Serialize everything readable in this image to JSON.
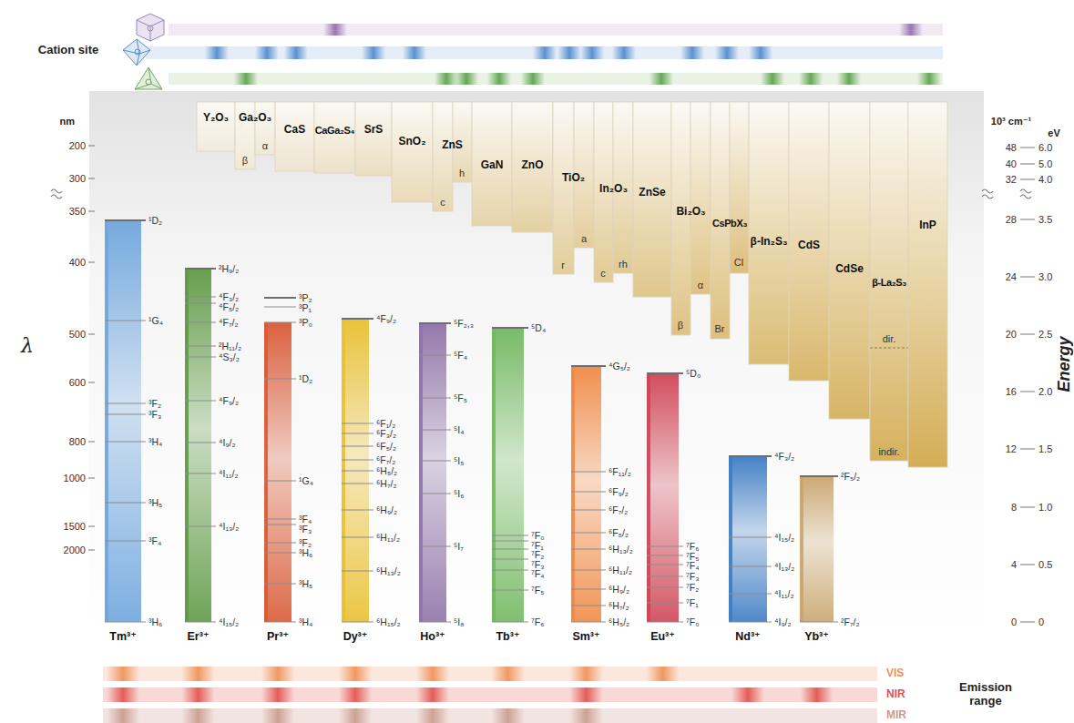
{
  "diagram": {
    "nodes": [
      {
        "text": [
          "Y₂O₃"
        ]
      },
      {
        "text": [
          "Ga₂O₃",
          "α",
          "β"
        ]
      },
      {
        "text": [
          "CaS"
        ]
      },
      {
        "text": [
          "CaGa₂S₄"
        ]
      },
      {
        "text": [
          "SrS"
        ]
      },
      {
        "text": [
          "SnO₂"
        ]
      },
      {
        "text": [
          "ZnS",
          "h",
          "c"
        ]
      },
      {
        "text": [
          "GaN"
        ]
      },
      {
        "text": [
          "ZnO"
        ]
      },
      {
        "text": [
          "TiO₂",
          "a",
          "r"
        ]
      },
      {
        "text": [
          "In₂O₃",
          "rh",
          "c"
        ]
      },
      {
        "text": [
          "ZnSe"
        ]
      },
      {
        "text": [
          "Bi₂O₃",
          "α",
          "β"
        ]
      },
      {
        "text": [
          "CsPbX₃",
          "Cl",
          "Br"
        ]
      },
      {
        "text": [
          "β-In₂S₃"
        ]
      },
      {
        "text": [
          "CdS"
        ]
      },
      {
        "text": [
          "CdSe"
        ]
      },
      {
        "text": [
          "β-La₂S₃",
          "dir.",
          "indir."
        ]
      },
      {
        "text": [
          "InP"
        ]
      },
      {
        "text": [
          "Tm³⁺",
          "¹D₂",
          "¹G₄",
          "³F₂",
          "³F₃",
          "³H₄",
          "³H₅",
          "³F₄",
          "³H₆"
        ]
      },
      {
        "text": [
          "Er³⁺",
          "²H₉/₂",
          "⁴F₃/₂",
          "⁴F₅/₂",
          "⁴F₇/₂",
          "²H₁₁/₂",
          "⁴S₃/₂",
          "⁴F₉/₂",
          "⁴I₉/₂",
          "⁴I₁₁/₂",
          "⁴I₁₃/₂",
          "⁴I₁₅/₂"
        ]
      },
      {
        "text": [
          "Pr³⁺",
          "³P₂",
          "³P₁",
          "³P₀",
          "¹D₂",
          "¹G₄",
          "³F₄",
          "³F₃",
          "³F₂",
          "³H₆",
          "³H₅",
          "³H₄"
        ]
      },
      {
        "text": [
          "Dy³⁺",
          "⁴F₉/₂",
          "⁶F₁/₂",
          "⁶F₃/₂",
          "⁶F₅/₂",
          "⁶F₇/₂",
          "⁶H₅/₂",
          "⁶H₇/₂",
          "⁶H₉/₂",
          "⁶H₁₁/₂",
          "⁶H₁₃/₂",
          "⁶H₁₅/₂"
        ]
      },
      {
        "text": [
          "Ho³⁺",
          "⁵F₂,₃",
          "⁵F₄",
          "⁵F₅",
          "⁵I₄",
          "⁵I₅",
          "⁵I₆",
          "⁵I₇",
          "⁵I₈"
        ]
      },
      {
        "text": [
          "Tb³⁺",
          "⁵D₄",
          "⁷F₀",
          "⁷F₁",
          "⁷F₂",
          "⁷F₃",
          "⁷F₄",
          "⁷F₅",
          "⁷F₆"
        ]
      },
      {
        "text": [
          "Sm³⁺",
          "⁴G₅/₂",
          "⁶F₁₁/₂",
          "⁶F₉/₂",
          "⁶F₇/₂",
          "⁶F₅/₂",
          "⁶H₁₃/₂",
          "⁶H₁₁/₂",
          "⁶H₉/₂",
          "⁶H₇/₂",
          "⁶H₅/₂"
        ]
      },
      {
        "text": [
          "Eu³⁺",
          "⁵D₀",
          "⁷F₆",
          "⁷F₅",
          "⁷F₄",
          "⁷F₃",
          "⁷F₂",
          "⁷F₁",
          "⁷F₀"
        ]
      },
      {
        "text": [
          "Nd³⁺",
          "⁴F₃/₂",
          "⁴I₁₅/₂",
          "⁴I₁₃/₂",
          "⁴I₁₁/₂",
          "⁴I₉/₂"
        ]
      },
      {
        "text": [
          "Yb³⁺",
          "²F₅/₂",
          "²F₇/₂"
        ]
      },
      {
        "text": [
          "VIS"
        ]
      },
      {
        "text": [
          "NIR"
        ]
      },
      {
        "text": [
          "MIR"
        ]
      }
    ],
    "labels": [
      "Cation site",
      "nm",
      "200",
      "300",
      "350",
      "400",
      "500",
      "600",
      "800",
      "1000",
      "1500",
      "2000",
      "λ",
      "10³ cm⁻¹",
      "eV",
      "48",
      "40",
      "32",
      "28",
      "24",
      "20",
      "16",
      "12",
      "8",
      "4",
      "0",
      "6.0",
      "5.0",
      "4.0",
      "3.5",
      "3.0",
      "2.5",
      "2.0",
      "1.5",
      "1.0",
      "0.5",
      "0",
      "Energy",
      "Emission range"
    ]
  }
}
